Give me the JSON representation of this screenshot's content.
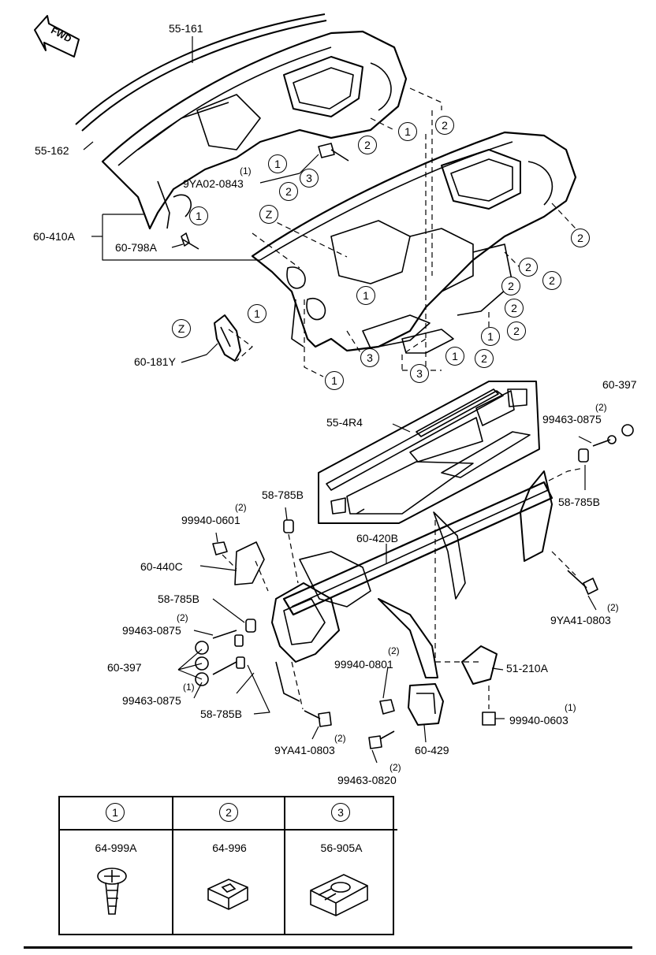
{
  "fwd_label": "FWD",
  "view_marker": "Z",
  "callouts": [
    {
      "id": "c1",
      "text": "1"
    },
    {
      "id": "c2",
      "text": "2"
    },
    {
      "id": "c3",
      "text": "3"
    }
  ],
  "parts": {
    "p55_161": "55-161",
    "p55_162": "55-162",
    "p9YA02_0843": "9YA02-0843",
    "q9YA02_0843": "(1)",
    "p60_410A": "60-410A",
    "p60_798A": "60-798A",
    "p60_181Y": "60-181Y",
    "p55_4R4": "55-4R4",
    "p60_397_top": "60-397",
    "p99463_0875_top": "99463-0875",
    "q99463_0875_top": "(2)",
    "p58_785B_right": "58-785B",
    "p58_785B_mid": "58-785B",
    "p99940_0601": "99940-0601",
    "q99940_0601": "(2)",
    "p60_420B": "60-420B",
    "p60_440C": "60-440C",
    "p58_785B_left": "58-785B",
    "p99463_0875_a": "99463-0875",
    "q99463_0875_a": "(2)",
    "p60_397_left": "60-397",
    "p99463_0875_b": "99463-0875",
    "q99463_0875_b": "(1)",
    "p58_785B_low": "58-785B",
    "p9YA41_0803_right": "9YA41-0803",
    "q9YA41_0803_right": "(2)",
    "p51_210A": "51-210A",
    "p99940_0801": "99940-0801",
    "q99940_0801": "(2)",
    "p99940_0603": "99940-0603",
    "q99940_0603": "(1)",
    "p9YA41_0803_low": "9YA41-0803",
    "q9YA41_0803_low": "(2)",
    "p60_429": "60-429",
    "p99463_0820": "99463-0820",
    "q99463_0820": "(2)"
  },
  "legend": [
    {
      "key": "1",
      "part": "64-999A"
    },
    {
      "key": "2",
      "part": "64-996"
    },
    {
      "key": "3",
      "part": "56-905A"
    }
  ]
}
